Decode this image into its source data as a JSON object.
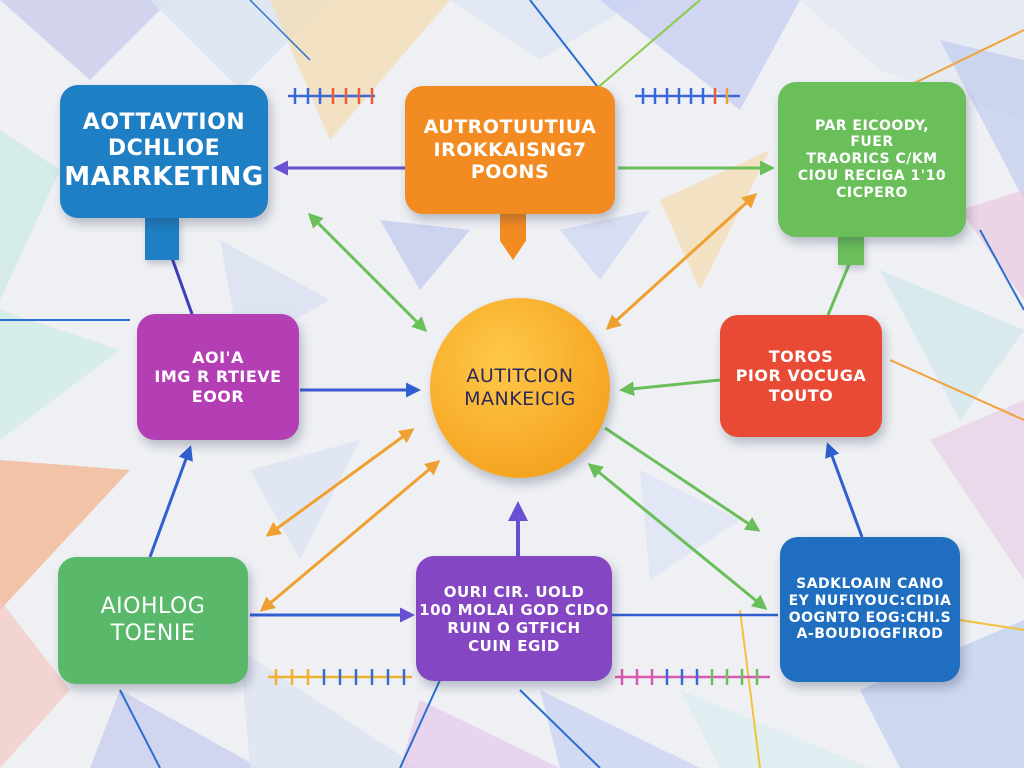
{
  "colors": {
    "blue": "#1f7fc4",
    "orange": "#f28b21",
    "green": "#6abf5a",
    "magenta": "#b43fb4",
    "center": "#f6a623",
    "red": "#e84a36",
    "green_light": "#5ab86a",
    "purple": "#8446c2",
    "blue_dark": "#1f6ebf"
  },
  "nodes": {
    "blue_tl": [
      "AOTTAVTION",
      "DCHLIOE",
      "MARRKETING"
    ],
    "orange_top": [
      "AUTROTUUTIUA",
      "IROKKAISNG7",
      "POONS"
    ],
    "green_tr": [
      "PAR EICOODY,",
      "FUER",
      "TRAORICS C/KM",
      "CIOU RECIGA 1'10",
      "CICPERO"
    ],
    "magenta": [
      "AOI'A",
      "IMG R RTIEVE",
      "EOOR"
    ],
    "center": [
      "AUTITCION",
      "MANKEICIG"
    ],
    "red": [
      "TOROS",
      "PIOR VOCUGA",
      "TOUTO"
    ],
    "green_bl": [
      "AIOHLOG",
      "TOENIE"
    ],
    "purple_bottom": [
      "OURI CIR. UOLD",
      "100 MOLAI GOD CIDO",
      "RUIN O GTFICH",
      "CUIN EGID"
    ],
    "blue_br": [
      "SADKLOAIN CANO",
      "EY NUFIYOUC:CIDIA",
      "OOGNTO EOG:CHI.S",
      "A-BOUDIOGFIROD"
    ]
  }
}
